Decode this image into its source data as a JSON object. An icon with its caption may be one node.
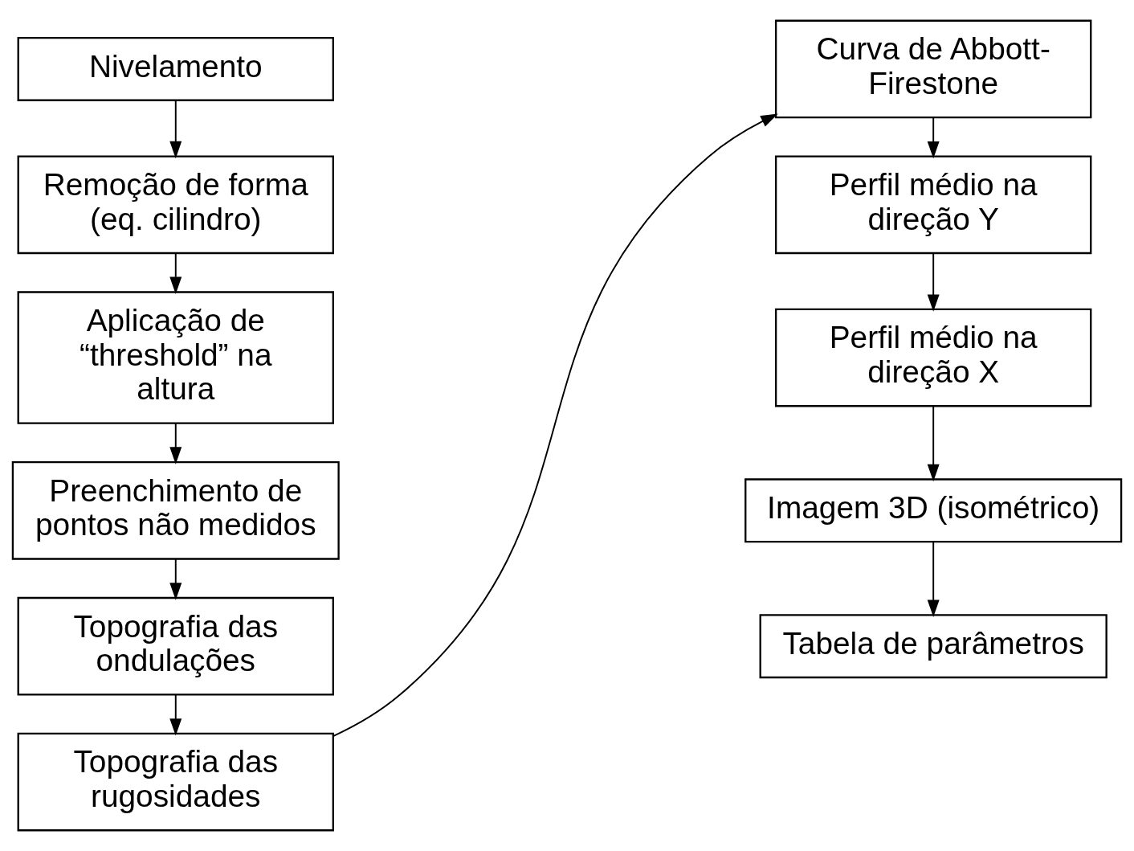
{
  "diagram": {
    "nodes": [
      {
        "text": [
          "Nivelamento"
        ]
      },
      {
        "text": [
          "Remoção de forma (eq. cilindro)"
        ]
      },
      {
        "text": [
          "Aplicação de “threshold” na altura"
        ]
      },
      {
        "text": [
          "Preenchimento de pontos não medidos"
        ]
      },
      {
        "text": [
          "Topografia das ondulações"
        ]
      },
      {
        "text": [
          "Topografia das rugosidades"
        ]
      },
      {
        "text": [
          "Curva de Abbott-Firestone"
        ]
      },
      {
        "text": [
          "Perfil médio na direção Y"
        ]
      },
      {
        "text": [
          "Perfil médio na direção X"
        ]
      },
      {
        "text": [
          "Imagem 3D (isométrico)"
        ]
      },
      {
        "text": [
          "Tabela de parâmetros"
        ]
      }
    ],
    "edges": [
      {
        "from": 0,
        "to": 1,
        "arrow": "to"
      },
      {
        "from": 1,
        "to": 2,
        "arrow": "to"
      },
      {
        "from": 2,
        "to": 3,
        "arrow": "to"
      },
      {
        "from": 3,
        "to": 4,
        "arrow": "to"
      },
      {
        "from": 4,
        "to": 5,
        "arrow": "to"
      },
      {
        "from": 5,
        "to": 6,
        "arrow": "to"
      },
      {
        "from": 6,
        "to": 7,
        "arrow": "to"
      },
      {
        "from": 7,
        "to": 8,
        "arrow": "to"
      },
      {
        "from": 8,
        "to": 9,
        "arrow": "to"
      },
      {
        "from": 9,
        "to": 10,
        "arrow": "to"
      }
    ]
  }
}
